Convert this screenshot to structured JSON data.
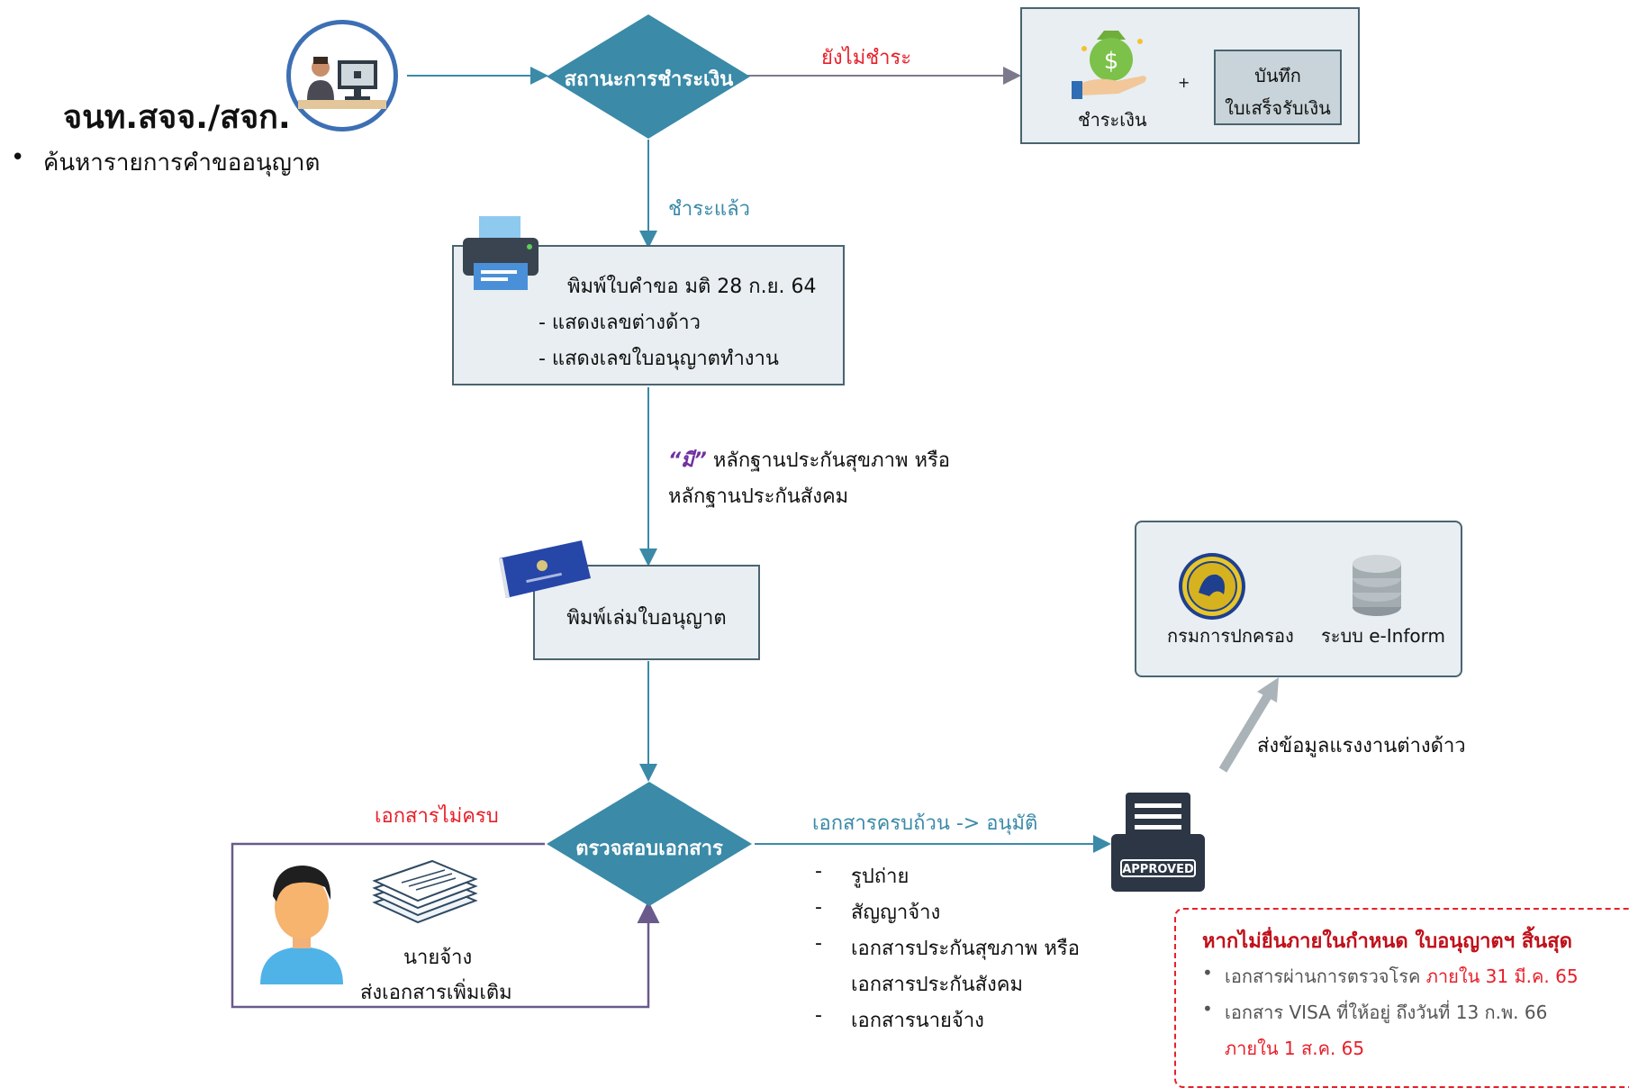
{
  "actor": {
    "title": "จนท.สจจ./สจก.",
    "bullet": "ค้นหารายการคำขออนุญาต"
  },
  "decision_payment": {
    "label": "สถานะการชำระเงิน",
    "unpaid_label": "ยังไม่ชำระ",
    "paid_label": "ชำระแล้ว"
  },
  "payment_box": {
    "pay_label": "ชำระเงิน",
    "plus": "+",
    "receipt_line1": "บันทึก",
    "receipt_line2": "ใบเสร็จรับเงิน"
  },
  "print_request": {
    "title": "พิมพ์ใบคำขอ มติ 28 ก.ย. 64",
    "item1": "- แสดงเลขต่างด้าว",
    "item2": "- แสดงเลขใบอนุญาตทำงาน"
  },
  "insurance_note": {
    "has": "“มี”",
    "line1_rest": " หลักฐานประกันสุขภาพ หรือ",
    "line2": "หลักฐานประกันสังคม"
  },
  "print_book": {
    "label": "พิมพ์เล่มใบอนุญาต"
  },
  "decision_docs": {
    "label": "ตรวจสอบเอกสาร",
    "incomplete_label": "เอกสารไม่ครบ",
    "complete_label": "เอกสารครบถ้วน -> อนุมัติ"
  },
  "employer_box": {
    "line1": "นายจ้าง",
    "line2": "ส่งเอกสารเพิ่มเติม"
  },
  "docs_list": [
    {
      "dash": "-",
      "text": "รูปถ่าย"
    },
    {
      "dash": "-",
      "text": "สัญญาจ้าง"
    },
    {
      "dash": "-",
      "text": "เอกสารประกันสุขภาพ หรือ"
    },
    {
      "dash": "",
      "text": "เอกสารประกันสังคม"
    },
    {
      "dash": "-",
      "text": "เอกสารนายจ้าง"
    }
  ],
  "approved_stamp": "APPROVED",
  "send_data": {
    "label": "ส่งข้อมูลแรงงานต่างด้าว"
  },
  "agencies": {
    "dopa": "กรมการปกครอง",
    "einform": "ระบบ e-Inform"
  },
  "deadline_box": {
    "title": "หากไม่ยื่นภายในกำหนด ใบอนุญาตฯ สิ้นสุด",
    "item1_text": "เอกสารผ่านการตรวจโรค ",
    "item1_red": "ภายใน 31 มี.ค. 65",
    "item2_text": "เอกสาร VISA ที่ให้อยู่ ถึงวันที่ 13 ก.พ. 66",
    "item2_red": "ภายใน 1 ส.ค. 65"
  },
  "colors": {
    "diamond": "#3a8aa8",
    "line": "#3a8aa8",
    "box_fill": "#e8eef1",
    "red": "#e8202a",
    "purple": "#7030a0",
    "dashed_red": "#e8202a"
  }
}
